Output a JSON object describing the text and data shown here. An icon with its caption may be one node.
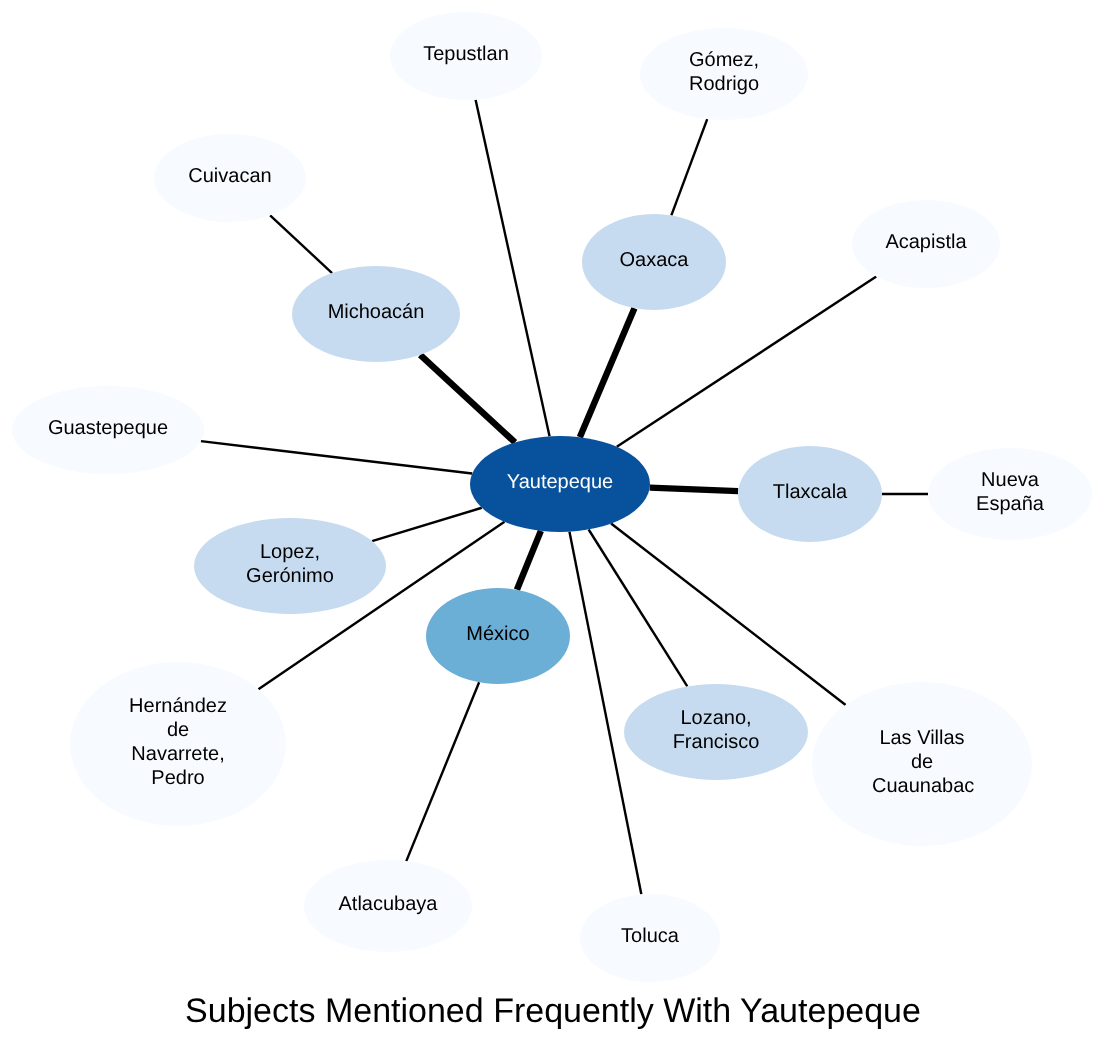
{
  "diagram": {
    "title": "Subjects Mentioned Frequently With Yautepeque",
    "nodes": [
      {
        "text": [
          "Yautepeque"
        ]
      },
      {
        "text": [
          "Tepustlan"
        ]
      },
      {
        "text": [
          "Gómez, Rodrigo"
        ]
      },
      {
        "text": [
          "Cuivacan"
        ]
      },
      {
        "text": [
          "Michoacán"
        ]
      },
      {
        "text": [
          "Oaxaca"
        ]
      },
      {
        "text": [
          "Acapistla"
        ]
      },
      {
        "text": [
          "Guastepeque"
        ]
      },
      {
        "text": [
          "Tlaxcala"
        ]
      },
      {
        "text": [
          "Nueva España"
        ]
      },
      {
        "text": [
          "Lopez, Gerónimo"
        ]
      },
      {
        "text": [
          "México"
        ]
      },
      {
        "text": [
          "Hernández de Navarrete, Pedro"
        ]
      },
      {
        "text": [
          "Lozano, Francisco"
        ]
      },
      {
        "text": [
          "Las Villas de Cuaunabac"
        ]
      },
      {
        "text": [
          "Atlacubaya"
        ]
      },
      {
        "text": [
          "Toluca"
        ]
      }
    ],
    "edges": [
      {
        "from": 0,
        "to": 1,
        "arrow": "none"
      },
      {
        "from": 0,
        "to": 5,
        "arrow": "none",
        "style": "thick"
      },
      {
        "from": 5,
        "to": 2,
        "arrow": "none"
      },
      {
        "from": 0,
        "to": 4,
        "arrow": "none",
        "style": "thick"
      },
      {
        "from": 4,
        "to": 3,
        "arrow": "none"
      },
      {
        "from": 0,
        "to": 6,
        "arrow": "none"
      },
      {
        "from": 0,
        "to": 7,
        "arrow": "none"
      },
      {
        "from": 0,
        "to": 8,
        "arrow": "none",
        "style": "thick"
      },
      {
        "from": 8,
        "to": 9,
        "arrow": "none"
      },
      {
        "from": 0,
        "to": 10,
        "arrow": "none"
      },
      {
        "from": 0,
        "to": 11,
        "arrow": "none",
        "style": "thick"
      },
      {
        "from": 11,
        "to": 15,
        "arrow": "none"
      },
      {
        "from": 0,
        "to": 12,
        "arrow": "none"
      },
      {
        "from": 0,
        "to": 13,
        "arrow": "none"
      },
      {
        "from": 0,
        "to": 14,
        "arrow": "none"
      },
      {
        "from": 0,
        "to": 16,
        "arrow": "none"
      }
    ]
  }
}
